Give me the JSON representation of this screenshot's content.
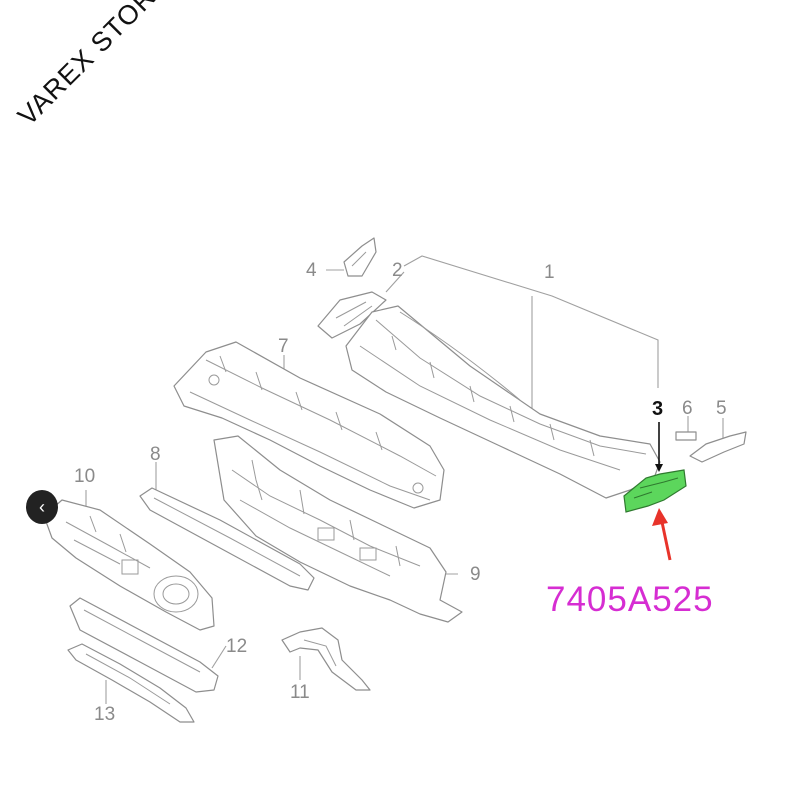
{
  "watermark": "VAREX STORE",
  "callouts": {
    "c1": "1",
    "c2": "2",
    "c3": "3",
    "c4": "4",
    "c5": "5",
    "c6": "6",
    "c7": "7",
    "c8": "8",
    "c9": "9",
    "c10": "10",
    "c11": "11",
    "c12": "12",
    "c13": "13"
  },
  "part_number": "7405A525",
  "colors": {
    "highlight_part": "#5cd65c",
    "part_number_text": "#d62dd2",
    "arrow": "#e8332a",
    "line_art": "#8e8e8e"
  },
  "nav": {
    "icon": "chevron-left-icon",
    "glyph": "‹"
  }
}
